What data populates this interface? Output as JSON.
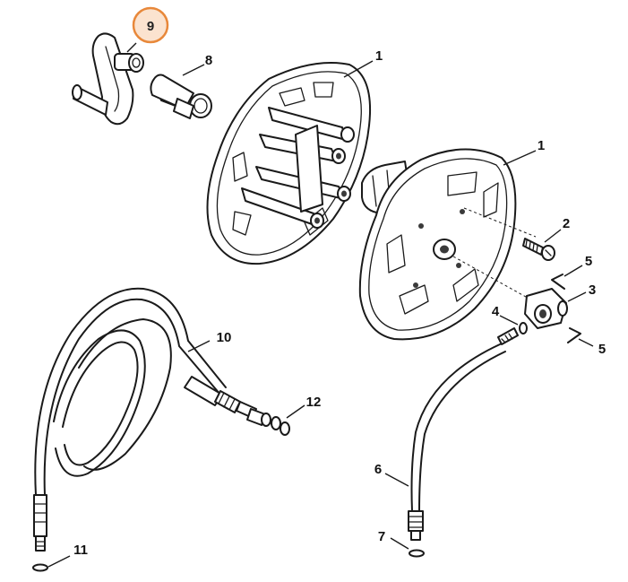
{
  "callouts": [
    {
      "id": "1a",
      "text": "1"
    },
    {
      "id": "1b",
      "text": "1"
    },
    {
      "id": "2",
      "text": "2"
    },
    {
      "id": "3",
      "text": "3"
    },
    {
      "id": "4",
      "text": "4"
    },
    {
      "id": "5a",
      "text": "5"
    },
    {
      "id": "5b",
      "text": "5"
    },
    {
      "id": "6",
      "text": "6"
    },
    {
      "id": "7",
      "text": "7"
    },
    {
      "id": "8",
      "text": "8"
    },
    {
      "id": "9",
      "text": "9"
    },
    {
      "id": "10",
      "text": "10"
    },
    {
      "id": "11",
      "text": "11"
    },
    {
      "id": "12",
      "text": "12"
    }
  ],
  "highlighted_callout": "9",
  "colors": {
    "line": "#1a1a1a",
    "highlight_stroke": "#e8883a",
    "highlight_fill": "#fbe3cf",
    "background": "#ffffff"
  }
}
